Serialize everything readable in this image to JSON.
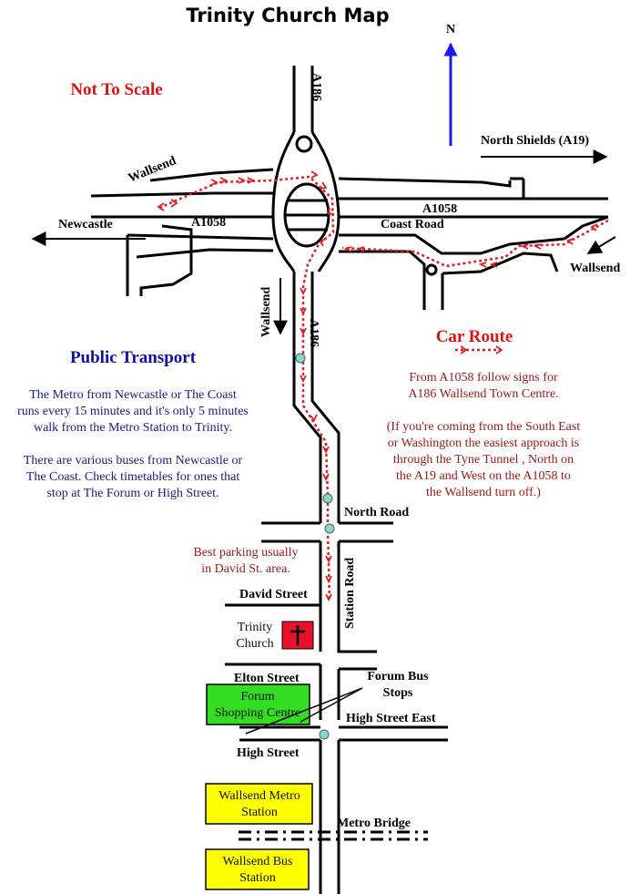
{
  "title": "Trinity Church Map",
  "scale_note": "Not To Scale",
  "compass": "N",
  "roads": {
    "a186_north": "A186",
    "a186_south": "A186",
    "a1058_west": "A1058",
    "a1058_east": "A1058",
    "coast_road": "Coast Road",
    "north_road": "North Road",
    "station_road": "Station Road",
    "david_street": "David Street",
    "elton_street": "Elton Street",
    "high_street": "High Street",
    "high_street_east": "High Street East",
    "metro_bridge": "Metro Bridge"
  },
  "directions": {
    "north_shields": "North Shields (A19)",
    "newcastle": "Newcastle",
    "wallsend_nw": "Wallsend",
    "wallsend_se": "Wallsend",
    "wallsend_down": "Wallsend"
  },
  "public_transport": {
    "heading": "Public Transport",
    "lines": [
      "The Metro from Newcastle or The Coast",
      "runs every 15 minutes and it's only 5 minutes",
      "walk from the Metro Station to Trinity.",
      "",
      "There are various buses from Newcastle or",
      "The Coast. Check timetables for ones that",
      "stop at The Forum or High Street."
    ]
  },
  "car_route": {
    "heading": "Car Route",
    "lines": [
      "From A1058 follow signs for",
      "A186 Wallsend Town Centre.",
      "",
      "(If you're coming from the South East",
      "or Washington the easiest approach is",
      "through the Tyne Tunnel , North on",
      "the A19 and West on the A1058 to",
      "the Wallsend turn off.)"
    ]
  },
  "parking": [
    "Best parking usually",
    "in David St. area."
  ],
  "church": [
    "Trinity",
    "Church"
  ],
  "forum_bus_stops": [
    "Forum Bus",
    "Stops"
  ],
  "places": {
    "forum": [
      "Forum",
      "Shopping Centre"
    ],
    "metro_station": [
      "Wallsend Metro",
      "Station"
    ],
    "bus_station": [
      "Wallsend Bus",
      "Station"
    ]
  },
  "colors": {
    "route": "#e02020",
    "church_box": "#e8102a",
    "forum_box": "#33dd22",
    "station_box": "#ffff00",
    "compass_arrow": "#1a1aee",
    "bus_stop": "#8fd3c8"
  }
}
